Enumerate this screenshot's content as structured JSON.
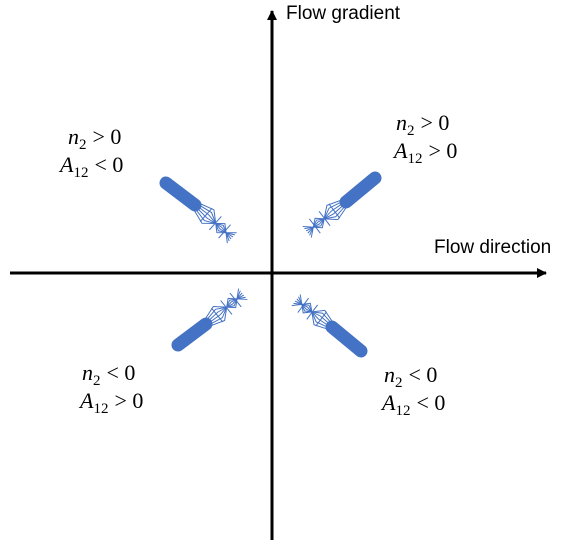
{
  "axes": {
    "x_label": "Flow direction",
    "y_label": "Flow gradient"
  },
  "quadrants": {
    "top_left": {
      "line1": {
        "sym": "n",
        "sub": "2",
        "rel": "> 0"
      },
      "line2": {
        "sym": "A",
        "sub": "12",
        "rel": "< 0"
      }
    },
    "top_right": {
      "line1": {
        "sym": "n",
        "sub": "2",
        "rel": "> 0"
      },
      "line2": {
        "sym": "A",
        "sub": "12",
        "rel": "> 0"
      }
    },
    "bottom_left": {
      "line1": {
        "sym": "n",
        "sub": "2",
        "rel": "< 0"
      },
      "line2": {
        "sym": "A",
        "sub": "12",
        "rel": "> 0"
      }
    },
    "bottom_right": {
      "line1": {
        "sym": "n",
        "sub": "2",
        "rel": "< 0"
      },
      "line2": {
        "sym": "A",
        "sub": "12",
        "rel": "< 0"
      }
    }
  },
  "colors": {
    "axis": "#000000",
    "rod": "#4472C4",
    "fiber": "#4472C4"
  }
}
